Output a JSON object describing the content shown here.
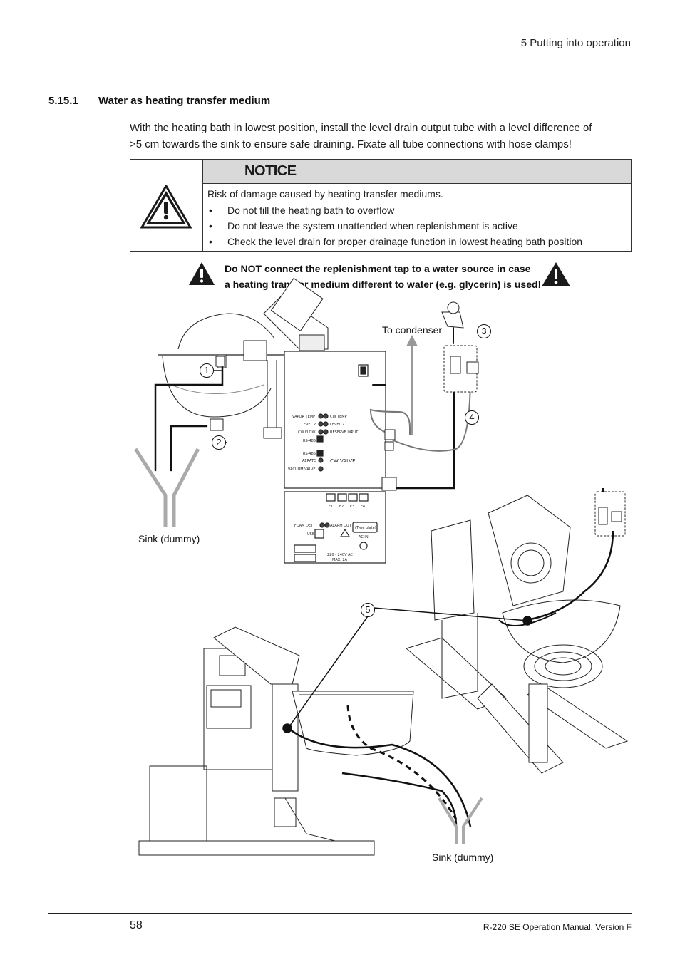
{
  "header": {
    "chapter": "5   Putting into operation"
  },
  "section": {
    "number": "5.15.1",
    "title": "Water as heating transfer medium"
  },
  "intro": {
    "line1": "With the heating bath in lowest position, install the level drain output tube with a level difference of",
    "line2": ">5 cm towards the sink to ensure safe draining. Fixate all tube connections with hose clamps!"
  },
  "notice": {
    "heading": "NOTICE",
    "text": "Risk of damage caused by heating transfer mediums.",
    "bullet": "•",
    "items": [
      "Do not fill the heating bath to overflow",
      "Do not leave the system unattended when replenishment is active",
      "Check the level drain for proper drainage function in lowest heating bath position"
    ]
  },
  "warning": {
    "line1": "Do NOT connect the replenishment tap to a water source in case",
    "line2": "a heating transfer medium different to water (e.g. glycerin) is used!"
  },
  "figure": {
    "to_condenser": "To condenser",
    "sink_top": "Sink (dummy)",
    "sink_bottom": "Sink (dummy)",
    "callouts": [
      "1",
      "2",
      "3",
      "4",
      "5"
    ],
    "panel": {
      "vapor_temp": "VAPOR TEMP",
      "cw_temp": "CW TEMP",
      "level2_left": "LEVEL 2",
      "level2_right": "LEVEL 2",
      "cw_flow": "CW FLOW",
      "reserve_input": "RESERVE INPUT",
      "rs485_a": "RS-485",
      "rs485_b": "RS-485",
      "aerate": "AERATE",
      "vacuum_valve": "VACUUM VALVE",
      "cw_valve": "CW VALVE",
      "fuses": [
        "F1",
        "F2",
        "F3",
        "F4"
      ],
      "foam_det": "FOAM DET",
      "alarm_out": "ALARM OUT",
      "usb": "USB",
      "type_plate": "(Type plate)",
      "ac_in": "AC IN",
      "voltage": "220 - 240V AC",
      "max": "MAX. 2A"
    }
  },
  "footer": {
    "page": "58",
    "manual": "R-220 SE Operation Manual, Version F"
  }
}
